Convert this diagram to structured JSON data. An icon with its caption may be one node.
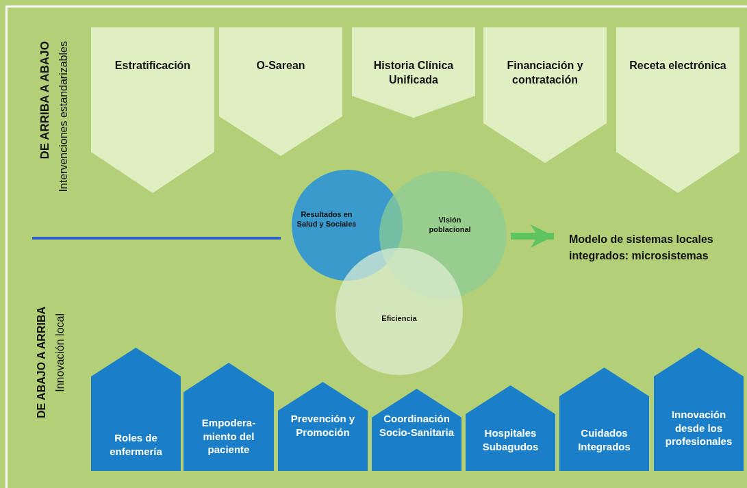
{
  "diagram": {
    "nodes": [
      {
        "text": [
          "Estratificación"
        ]
      },
      {
        "text": [
          "O-Sarean"
        ]
      },
      {
        "text": [
          "Historia Clínica Unificada"
        ]
      },
      {
        "text": [
          "Financiación y contratación"
        ]
      },
      {
        "text": [
          "Receta electrónica"
        ]
      },
      {
        "text": [
          "Resultados en Salud y Sociales"
        ]
      },
      {
        "text": [
          "Visión poblacional"
        ]
      },
      {
        "text": [
          "Eficiencia"
        ]
      },
      {
        "text": [
          "Modelo de sistemas locales integrados: microsistemas"
        ]
      },
      {
        "text": [
          "Roles de enfermería"
        ]
      },
      {
        "text": [
          "Empodera-miento del paciente"
        ]
      },
      {
        "text": [
          "Prevención y Promoción"
        ]
      },
      {
        "text": [
          "Coordinación Socio-Sanitaria"
        ]
      },
      {
        "text": [
          "Hospitales Subagudos"
        ]
      },
      {
        "text": [
          "Cuidados Integrados"
        ]
      },
      {
        "text": [
          "Innovación desde los profesionales"
        ]
      }
    ],
    "edges": [
      {
        "from": 6,
        "to": 8,
        "arrow": "to"
      }
    ],
    "labels": [
      "DE ARRIBA A ABAJO",
      "Intervenciones estandarizables",
      "DE ABAJO A ARRIBA",
      "Innovación local"
    ]
  }
}
